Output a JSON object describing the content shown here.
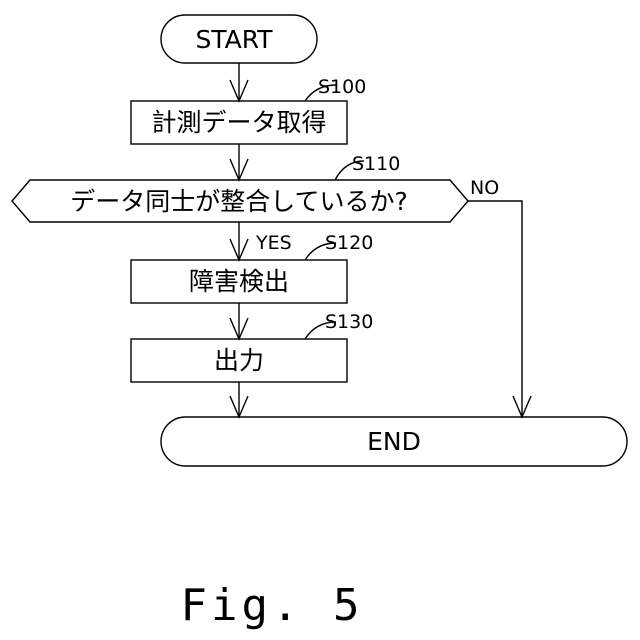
{
  "figure": {
    "caption": "Fig. 5"
  },
  "nodes": {
    "start": {
      "label": "START"
    },
    "s100": {
      "step": "S100",
      "label": "計測データ取得"
    },
    "s110": {
      "step": "S110",
      "label": "データ同士が整合しているか?"
    },
    "s120": {
      "step": "S120",
      "label": "障害検出"
    },
    "s130": {
      "step": "S130",
      "label": "出力"
    },
    "end": {
      "label": "END"
    }
  },
  "branches": {
    "yes": "YES",
    "no": "NO"
  },
  "colors": {
    "stroke": "#000000",
    "background": "#ffffff"
  }
}
